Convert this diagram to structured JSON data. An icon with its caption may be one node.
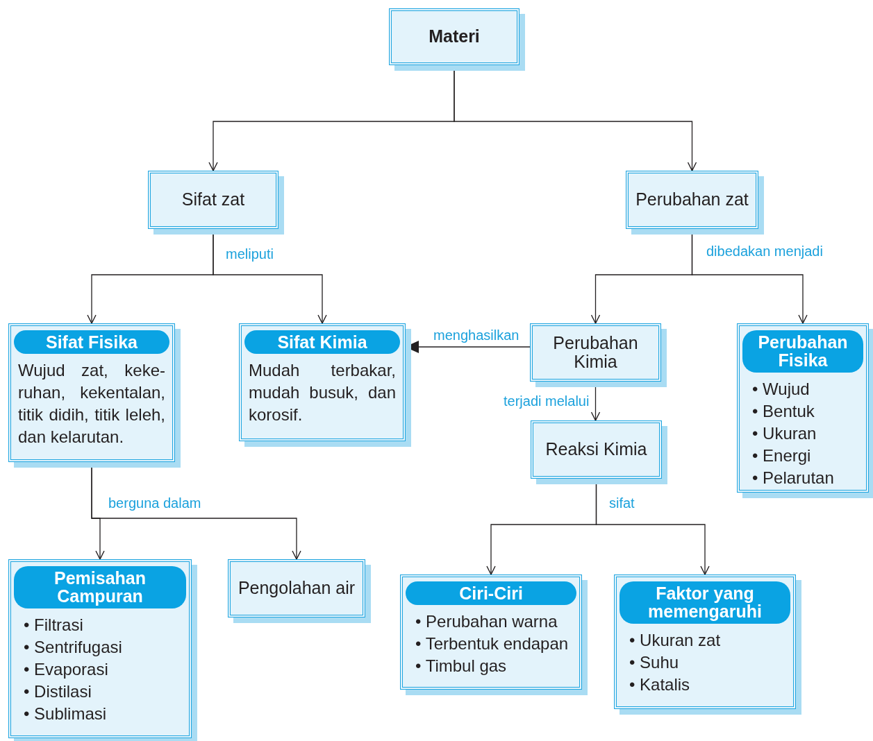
{
  "diagram": {
    "nodes": [
      {
        "text": [
          "Materi"
        ]
      },
      {
        "text": [
          "Sifat zat"
        ]
      },
      {
        "text": [
          "Perubahan zat"
        ]
      },
      {
        "text": [
          "Sifat Fisika",
          "Wujud zat, keke-ruhan, kekentalan, titik didih, titik leleh, dan kelarutan."
        ]
      },
      {
        "text": [
          "Sifat Kimia",
          "Mudah terbakar, mudah busuk, dan korosif."
        ]
      },
      {
        "text": [
          "Perubahan Kimia"
        ]
      },
      {
        "text": [
          "Perubahan Fisika",
          "• Wujud",
          "• Bentuk",
          "• Ukuran",
          "• Energi",
          "• Pelarutan"
        ]
      },
      {
        "text": [
          "Reaksi Kimia"
        ]
      },
      {
        "text": [
          "Pemisahan Campuran",
          "• Filtrasi",
          "• Sentrifugasi",
          "• Evaporasi",
          "• Distilasi",
          "• Sublimasi"
        ]
      },
      {
        "text": [
          "Pengolahan air"
        ]
      },
      {
        "text": [
          "Ciri-Ciri",
          "• Perubahan warna",
          "• Terbentuk endapan",
          "• Timbul gas"
        ]
      },
      {
        "text": [
          "Faktor yang memengaruhi",
          "• Ukuran zat",
          "• Suhu",
          "• Katalis"
        ]
      }
    ],
    "edges": [
      {
        "from": 0,
        "to": 1,
        "arrow": "to"
      },
      {
        "from": 0,
        "to": 2,
        "arrow": "to"
      },
      {
        "from": 1,
        "to": 3,
        "arrow": "to",
        "label": "meliputi"
      },
      {
        "from": 1,
        "to": 4,
        "arrow": "to"
      },
      {
        "from": 2,
        "to": 5,
        "arrow": "to",
        "label": "dibedakan menjadi"
      },
      {
        "from": 2,
        "to": 6,
        "arrow": "to"
      },
      {
        "from": 5,
        "to": 4,
        "arrow": "to",
        "label": "menghasilkan"
      },
      {
        "from": 5,
        "to": 7,
        "arrow": "to",
        "label": "terjadi melalui"
      },
      {
        "from": 3,
        "to": 8,
        "arrow": "to",
        "label": "berguna dalam"
      },
      {
        "from": 3,
        "to": 9,
        "arrow": "to"
      },
      {
        "from": 7,
        "to": 10,
        "arrow": "to",
        "label": "sifat"
      },
      {
        "from": 7,
        "to": 11,
        "arrow": "to"
      }
    ]
  }
}
